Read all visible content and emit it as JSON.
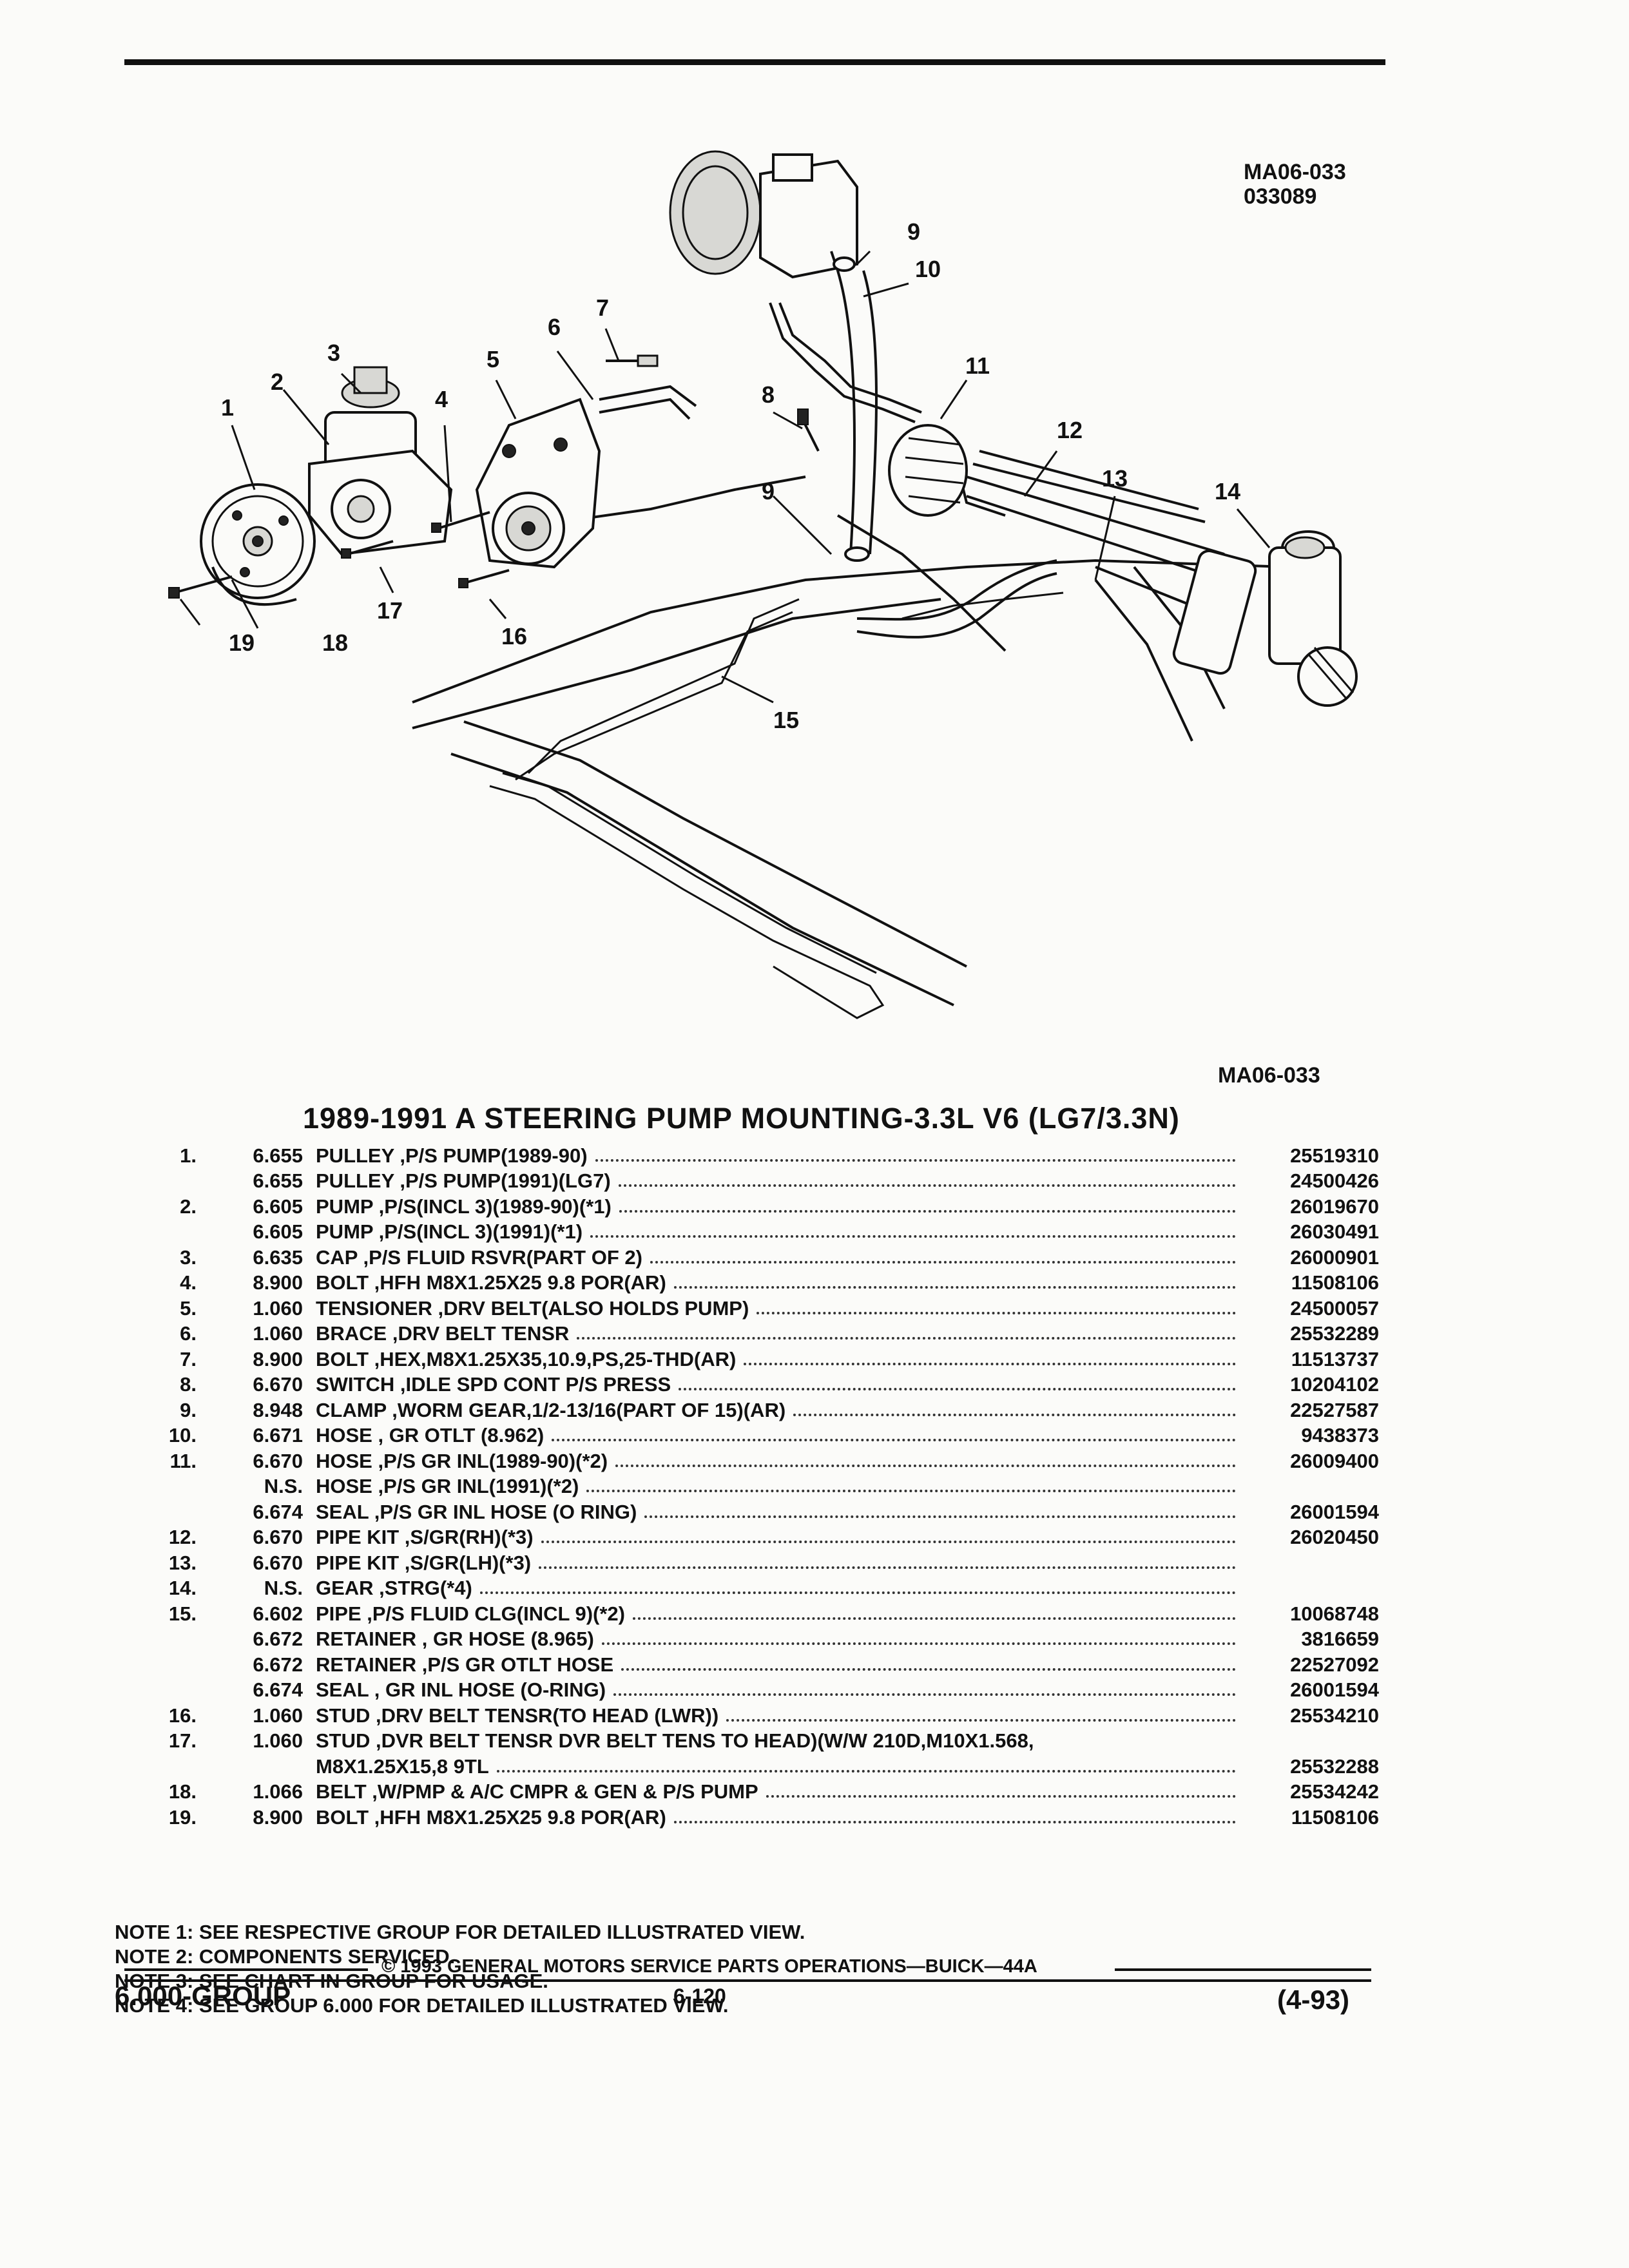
{
  "figure": {
    "id_top": "MA06-033",
    "date_code": "033089",
    "id_bottom": "MA06-033",
    "callouts": [
      "1",
      "2",
      "3",
      "4",
      "5",
      "6",
      "7",
      "8",
      "9",
      "9",
      "10",
      "11",
      "12",
      "13",
      "14",
      "15",
      "16",
      "17",
      "18",
      "19"
    ]
  },
  "title": "1989-1991 A STEERING PUMP MOUNTING-3.3L V6 (LG7/3.3N)",
  "parts": [
    {
      "num": "1.",
      "group": "6.655",
      "desc": "PULLEY ,P/S PUMP(1989-90)",
      "pn": "25519310"
    },
    {
      "num": "",
      "group": "6.655",
      "desc": "PULLEY ,P/S PUMP(1991)(LG7)",
      "pn": "24500426"
    },
    {
      "num": "2.",
      "group": "6.605",
      "desc": "PUMP ,P/S(INCL 3)(1989-90)(*1)",
      "pn": "26019670"
    },
    {
      "num": "",
      "group": "6.605",
      "desc": "PUMP ,P/S(INCL 3)(1991)(*1)",
      "pn": "26030491"
    },
    {
      "num": "3.",
      "group": "6.635",
      "desc": "CAP ,P/S FLUID RSVR(PART OF 2)",
      "pn": "26000901"
    },
    {
      "num": "4.",
      "group": "8.900",
      "desc": "BOLT ,HFH M8X1.25X25 9.8 POR(AR)",
      "pn": "11508106"
    },
    {
      "num": "5.",
      "group": "1.060",
      "desc": "TENSIONER ,DRV BELT(ALSO HOLDS PUMP)",
      "pn": "24500057"
    },
    {
      "num": "6.",
      "group": "1.060",
      "desc": "BRACE ,DRV BELT TENSR",
      "pn": "25532289"
    },
    {
      "num": "7.",
      "group": "8.900",
      "desc": "BOLT ,HEX,M8X1.25X35,10.9,PS,25-THD(AR)",
      "pn": "11513737"
    },
    {
      "num": "8.",
      "group": "6.670",
      "desc": "SWITCH ,IDLE SPD CONT P/S PRESS",
      "pn": "10204102"
    },
    {
      "num": "9.",
      "group": "8.948",
      "desc": "CLAMP ,WORM GEAR,1/2-13/16(PART OF 15)(AR)",
      "pn": "22527587"
    },
    {
      "num": "10.",
      "group": "6.671",
      "desc": "HOSE , GR OTLT (8.962)",
      "pn": "9438373"
    },
    {
      "num": "11.",
      "group": "6.670",
      "desc": "HOSE ,P/S GR INL(1989-90)(*2)",
      "pn": "26009400"
    },
    {
      "num": "",
      "group": "N.S.",
      "desc": "HOSE ,P/S GR INL(1991)(*2)",
      "pn": ""
    },
    {
      "num": "",
      "group": "6.674",
      "desc": "SEAL ,P/S GR INL HOSE (O RING)",
      "pn": "26001594"
    },
    {
      "num": "12.",
      "group": "6.670",
      "desc": "PIPE KIT ,S/GR(RH)(*3)",
      "pn": "26020450"
    },
    {
      "num": "13.",
      "group": "6.670",
      "desc": "PIPE KIT ,S/GR(LH)(*3)",
      "pn": ""
    },
    {
      "num": "14.",
      "group": "N.S.",
      "desc": "GEAR ,STRG(*4)",
      "pn": ""
    },
    {
      "num": "15.",
      "group": "6.602",
      "desc": "PIPE ,P/S FLUID CLG(INCL 9)(*2)",
      "pn": "10068748"
    },
    {
      "num": "",
      "group": "6.672",
      "desc": "RETAINER , GR HOSE (8.965)",
      "pn": "3816659"
    },
    {
      "num": "",
      "group": "6.672",
      "desc": "RETAINER ,P/S GR OTLT HOSE",
      "pn": "22527092"
    },
    {
      "num": "",
      "group": "6.674",
      "desc": "SEAL , GR INL HOSE (O-RING)",
      "pn": "26001594"
    },
    {
      "num": "16.",
      "group": "1.060",
      "desc": "STUD ,DRV BELT TENSR(TO HEAD (LWR))",
      "pn": "25534210"
    },
    {
      "num": "17.",
      "group": "1.060",
      "desc": "STUD ,DVR BELT TENSR DVR BELT TENS TO HEAD)(W/W 210D,M10X1.568,",
      "pn": "",
      "cont": true
    },
    {
      "num": "",
      "group": "",
      "desc": "M8X1.25X15,8 9TL",
      "pn": "25532288"
    },
    {
      "num": "18.",
      "group": "1.066",
      "desc": "BELT ,W/PMP & A/C CMPR & GEN & P/S PUMP",
      "pn": "25534242"
    },
    {
      "num": "19.",
      "group": "8.900",
      "desc": "BOLT ,HFH M8X1.25X25 9.8 POR(AR)",
      "pn": "11508106"
    }
  ],
  "notes": [
    "NOTE  1:  SEE RESPECTIVE GROUP FOR DETAILED ILLUSTRATED VIEW.",
    "NOTE  2:  COMPONENTS SERVICED.",
    "NOTE  3:  SEE CHART IN GROUP FOR USAGE.",
    "NOTE  4:  SEE GROUP 6.000 FOR DETAILED ILLUSTRATED VIEW."
  ],
  "footer": {
    "copyright": "© 1993  GENERAL MOTORS SERVICE PARTS OPERATIONS—BUICK—44A",
    "group_label": "6.000-GROUP",
    "page_num": "6-120",
    "rev_date": "(4-93)"
  }
}
